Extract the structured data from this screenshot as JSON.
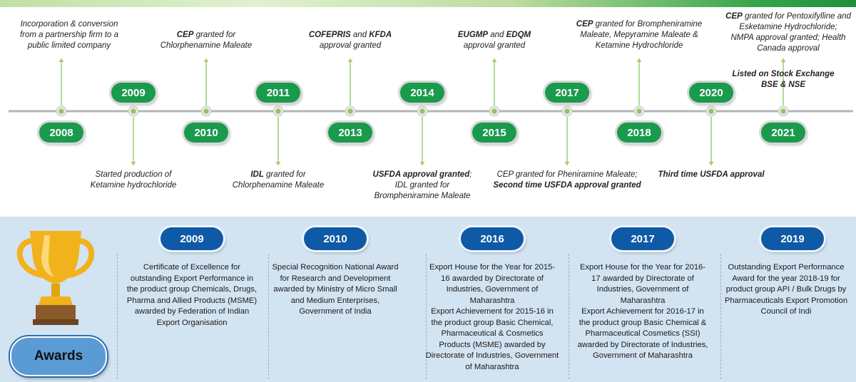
{
  "timeline": {
    "milestones": [
      {
        "year": "2008",
        "pos": "bottom",
        "lines": [
          [
            {
              "t": "Incorporation & conversion"
            }
          ],
          [
            {
              "t": "from a partnership firm to a"
            }
          ],
          [
            {
              "t": "public limited company"
            }
          ]
        ]
      },
      {
        "year": "2009",
        "pos": "top",
        "lines": [
          [
            {
              "t": "Started production of"
            }
          ],
          [
            {
              "t": "Ketamine hydrochloride"
            }
          ]
        ]
      },
      {
        "year": "2010",
        "pos": "bottom",
        "lines": [
          [
            {
              "t": "CEP",
              "b": true
            },
            {
              "t": " granted for"
            }
          ],
          [
            {
              "t": "Chlorphenamine Maleate"
            }
          ]
        ]
      },
      {
        "year": "2011",
        "pos": "top",
        "lines": [
          [
            {
              "t": "IDL",
              "b": true
            },
            {
              "t": " granted for"
            }
          ],
          [
            {
              "t": "Chlorphenamine Maleate"
            }
          ]
        ]
      },
      {
        "year": "2013",
        "pos": "bottom",
        "lines": [
          [
            {
              "t": "COFEPRIS",
              "b": true
            },
            {
              "t": " and "
            },
            {
              "t": "KFDA",
              "b": true
            }
          ],
          [
            {
              "t": "approval granted"
            }
          ]
        ]
      },
      {
        "year": "2014",
        "pos": "top",
        "lines": [
          [
            {
              "t": "USFDA approval granted",
              "b": true
            },
            {
              "t": ";"
            }
          ],
          [
            {
              "t": "IDL granted for"
            }
          ],
          [
            {
              "t": "Brompheniramine Maleate"
            }
          ]
        ]
      },
      {
        "year": "2015",
        "pos": "bottom",
        "lines": [
          [
            {
              "t": "EUGMP",
              "b": true
            },
            {
              "t": " and "
            },
            {
              "t": "EDQM",
              "b": true
            }
          ],
          [
            {
              "t": "approval granted"
            }
          ]
        ]
      },
      {
        "year": "2017",
        "pos": "top",
        "lines": [
          [
            {
              "t": "CEP granted for Pheniramine Maleate;"
            }
          ],
          [
            {
              "t": "Second time USFDA approval granted",
              "b": true
            }
          ]
        ]
      },
      {
        "year": "2018",
        "pos": "bottom",
        "lines": [
          [
            {
              "t": "CEP",
              "b": true
            },
            {
              "t": " granted for Brompheniramine"
            }
          ],
          [
            {
              "t": "Maleate, Mepyramine Maleate &"
            }
          ],
          [
            {
              "t": "Ketamine Hydrochloride"
            }
          ]
        ]
      },
      {
        "year": "2020",
        "pos": "top",
        "lines": [
          [
            {
              "t": "Third time USFDA approval",
              "b": true
            }
          ]
        ]
      },
      {
        "year": "2021",
        "pos": "bottom",
        "lines": [
          [
            {
              "t": "Listed on Stock Exchange",
              "b": true
            }
          ],
          [
            {
              "t": "BSE & NSE",
              "b": true
            }
          ]
        ]
      }
    ],
    "extra_note": [
      [
        {
          "t": "CEP",
          "b": true
        },
        {
          "t": " granted for Pentoxifylline and"
        }
      ],
      [
        {
          "t": "Esketamine Hydrochloride;"
        }
      ],
      [
        {
          "t": "NMPA approval granted; Health"
        }
      ],
      [
        {
          "t": "Canada approval"
        }
      ]
    ]
  },
  "awards": {
    "label": "Awards",
    "items": [
      {
        "year": "2009",
        "desc": "Certificate of Excellence for outstanding Export Performance in the product group Chemicals, Drugs, Pharma and Allied Products (MSME) awarded by Federation of Indian Export Organisation"
      },
      {
        "year": "2010",
        "desc": "Special Recognition National Award for Research and Development awarded by Ministry of Micro Small and Medium Enterprises, Government of India"
      },
      {
        "year": "2016",
        "desc": "Export House for the Year for 2015-16 awarded by Directorate of Industries, Government of Maharashtra\nExport Achievement for 2015-16 in the product group Basic Chemical, Pharmaceutical & Cosmetics Products (MSME) awarded by Directorate of Industries, Government of Maharashtra"
      },
      {
        "year": "2017",
        "desc": "Export House for the Year for 2016-17 awarded by Directorate of Industries, Government of Maharashtra\nExport Achievement for 2016-17 in the product group Basic Chemical & Pharmaceutical Cosmetics (SSI) awarded by Directorate of Industries, Government of Maharashtra"
      },
      {
        "year": "2019",
        "desc": "Outstanding Export Performance Award for the year 2018-19 for product group API / Bulk Drugs by Pharmaceuticals Export Promotion Council of Indi"
      }
    ]
  },
  "colors": {
    "green": "#1a9a4c",
    "blue": "#0f5aa6",
    "award_bg": "#d2e3f1",
    "gold": "#f2b21b"
  }
}
